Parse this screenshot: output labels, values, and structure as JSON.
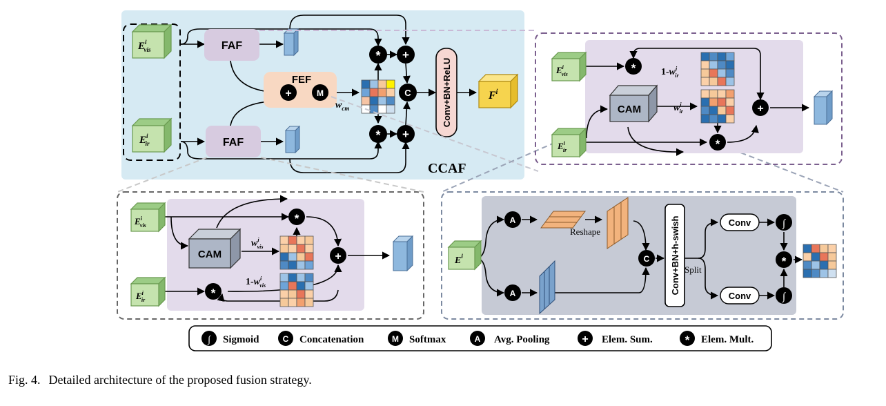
{
  "ccaf_title": "CCAF",
  "blocks": {
    "faf": "FAF",
    "fef": "FEF",
    "cam": "CAM",
    "conv_bn_relu": "Conv+BN+ReLU",
    "conv_bn_hswish": "Conv+BN+h-swish",
    "conv": "Conv",
    "reshape": "Reshape",
    "split": "Split"
  },
  "tensors": {
    "e_vis": {
      "base": "E",
      "sup": "i",
      "sub": "vis"
    },
    "e_ir": {
      "base": "E",
      "sup": "i",
      "sub": "ir"
    },
    "e": {
      "base": "E",
      "sup": "i"
    },
    "f_out": {
      "base": "F",
      "sup": "i"
    }
  },
  "weights": {
    "w_cm": {
      "base": "w",
      "sub": "cm"
    },
    "w_ir": {
      "base": "w",
      "sup": "i",
      "sub": "ir"
    },
    "one_minus_w_ir": {
      "prefix": "1-",
      "base": "w",
      "sup": "i",
      "sub": "ir"
    },
    "w_vis": {
      "base": "w",
      "sup": "i",
      "sub": "vis"
    },
    "one_minus_w_vis": {
      "prefix": "1-",
      "base": "w",
      "sup": "i",
      "sub": "vis"
    }
  },
  "op_symbols": {
    "sum": "+",
    "mult": "*",
    "concat": "C",
    "softmax": "M",
    "pool": "A",
    "sigmoid": "∫"
  },
  "legend": [
    {
      "symbol": "∫",
      "label": "Sigmoid"
    },
    {
      "symbol": "C",
      "label": "Concatenation"
    },
    {
      "symbol": "M",
      "label": "Softmax"
    },
    {
      "symbol": "A",
      "label": "Avg. Pooling"
    },
    {
      "symbol": "+",
      "label": "Elem. Sum."
    },
    {
      "symbol": "*",
      "label": "Elem. Mult."
    }
  ],
  "caption": {
    "prefix": "Fig. 4.",
    "text": "Detailed architecture of the proposed fusion strategy."
  },
  "colors": {
    "ccaf_bg": "#d6eaf3",
    "module_bg": "#e3dbeb",
    "faf": "#d7cbe0",
    "fef": "#f8d8c2",
    "cam_front": "#adb6c6",
    "green_cube": "#c5e3ae",
    "blue_cube": "#8eb8de",
    "yellow_cube": "#f6d44e",
    "conv_relu": "#f6d7d2",
    "gray_panel": "#c6cad5",
    "orange_stripe": "#f2b37d",
    "blue_stripe": "#7aa2cc"
  }
}
